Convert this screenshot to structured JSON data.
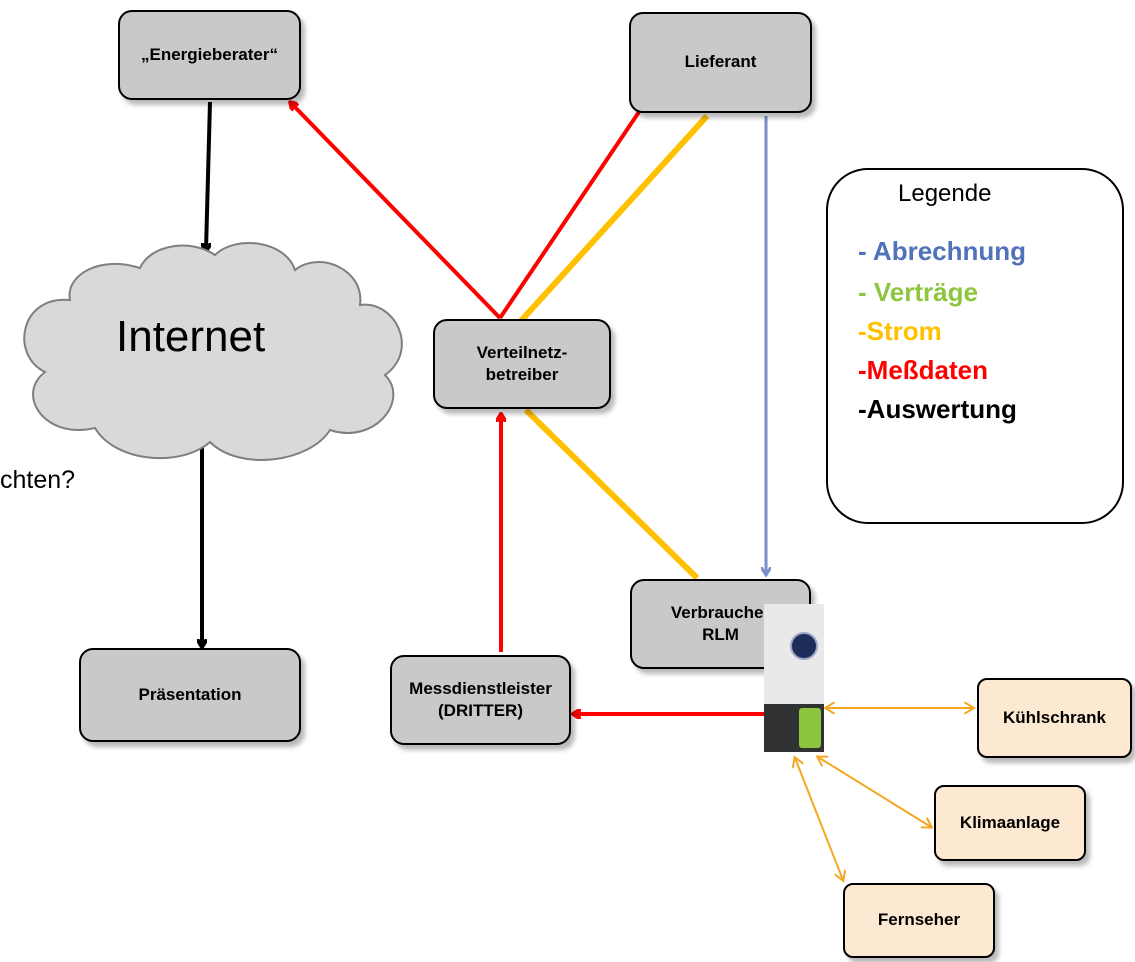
{
  "nodes": {
    "energieberater": "„Energieberater“",
    "lieferant": "Lieferant",
    "internet": "Internet",
    "verteilnetzbetreiber": "Verteilnetz-\nbetreiber",
    "verbraucher": "Verbraucher\nRLM",
    "praesentation": "Präsentation",
    "messdienstleister": "Messdienstleister\n(DRITTER)",
    "kuehlschrank": "Kühlschrank",
    "klimaanlage": "Klimaanlage",
    "fernseher": "Fernseher"
  },
  "fragment_text": "chten?",
  "legend": {
    "title": "Legende",
    "items": [
      {
        "dash": "- ",
        "label": "Abrechnung",
        "color": "#4f72b8"
      },
      {
        "dash": "- ",
        "label": "Verträge",
        "color": "#8cc63e"
      },
      {
        "dash": "-",
        "label": "Strom",
        "color": "#ffc000"
      },
      {
        "dash": "-",
        "label": "Meßdaten",
        "color": "#ff0000"
      },
      {
        "dash": "-",
        "label": "Auswertung",
        "color": "#000000"
      }
    ]
  },
  "line_colors": {
    "abrechnung": "#7b8fcb",
    "strom": "#ffc000",
    "messdaten": "#ff0000",
    "auswertung": "#000000",
    "device": "#f5a623"
  },
  "meter_icon": "smart-meter-icon"
}
